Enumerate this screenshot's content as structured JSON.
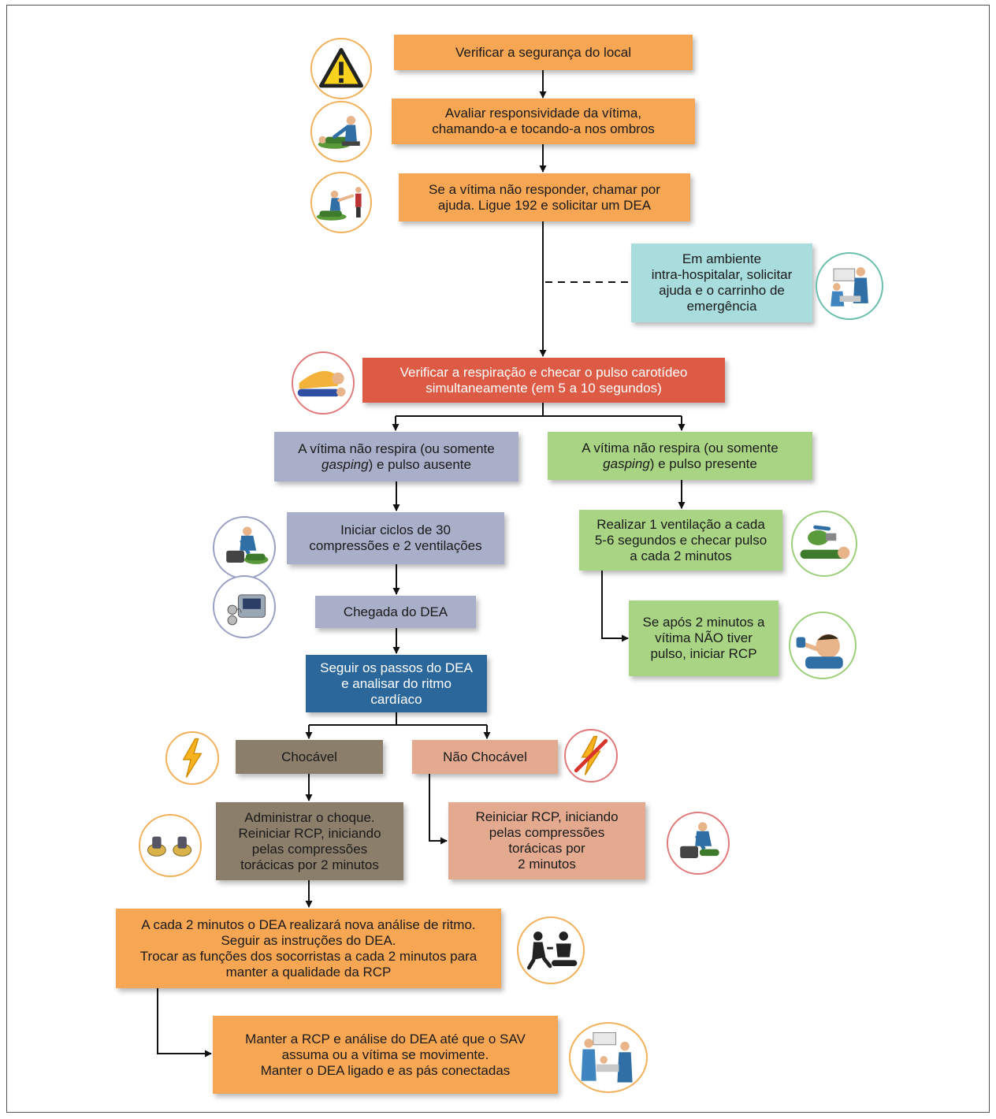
{
  "steps": {
    "seguranca": "Verificar a segurança do local",
    "responsividade": "Avaliar responsividade da vítima,\nchamando-a e tocando-a nos ombros",
    "ajuda": "Se a vítima não responder, chamar por\najuda. Ligue 192 e solicitar um DEA",
    "hospital": "Em ambiente\nintra-hospitalar, solicitar\najuda e o carrinho de\nemergência",
    "respiracao": "Verificar a respiração e checar o pulso carotídeo\nsimultaneamente (em 5 a 10 segundos)",
    "ausente_a": "A vítima não respira  (ou somente\n",
    "ausente_em": "gasping",
    "ausente_b": ") e pulso ausente",
    "presente_a": "A vítima não respira (ou somente\n",
    "presente_em": "gasping",
    "presente_b": ")  e pulso presente",
    "ciclos": "Iniciar ciclos de 30\ncompressões e 2 ventilações",
    "ventilacao": "Realizar 1 ventilação a cada\n5-6 segundos e checar pulso\na cada 2 minutos",
    "chegada": "Chegada do DEA",
    "sem_pulso": "Se após 2 minutos a\nvítima NÃO tiver\npulso, iniciar RCP",
    "passos": "Seguir os passos do DEA\ne analisar do ritmo\ncardíaco",
    "chocavel": "Chocável",
    "nao_chocavel": "Não Chocável",
    "choque": "Administrar o choque.\nReiniciar RCP, iniciando\npelas compressões\ntorácicas por 2 minutos",
    "reiniciar": "Reiniciar RCP, iniciando\npelas compressões\ntorácicas por\n2 minutos",
    "analise": "A cada 2 minutos o DEA realizará nova análise de ritmo.\nSeguir as instruções do DEA.\nTrocar as funções dos socorristas a cada 2 minutos para\nmanter a qualidade da RCP",
    "manter": "Manter a RCP e análise do DEA até que o SAV\nassuma ou a vítima se movimente.\nManter o DEA ligado e as pás conectadas"
  },
  "icons": [
    "warning-icon",
    "tap-shoulder-icon",
    "call-help-icon",
    "hospital-team-icon",
    "check-breathing-icon",
    "compressions-icon",
    "aed-device-icon",
    "bag-valve-icon",
    "pulse-check-icon",
    "shock-icon",
    "no-shock-icon",
    "paddles-icon",
    "cpr-restart-icon",
    "rescuer-swap-icon",
    "hospital-care-icon"
  ],
  "colors": {
    "orange": "#f7a654",
    "teal": "#a9dcdc",
    "red": "#dd5a44",
    "lavender": "#a9aec9",
    "green": "#a8d483",
    "navy": "#2b679b",
    "taupe": "#8b7e6a",
    "pink": "#e3aa90"
  }
}
